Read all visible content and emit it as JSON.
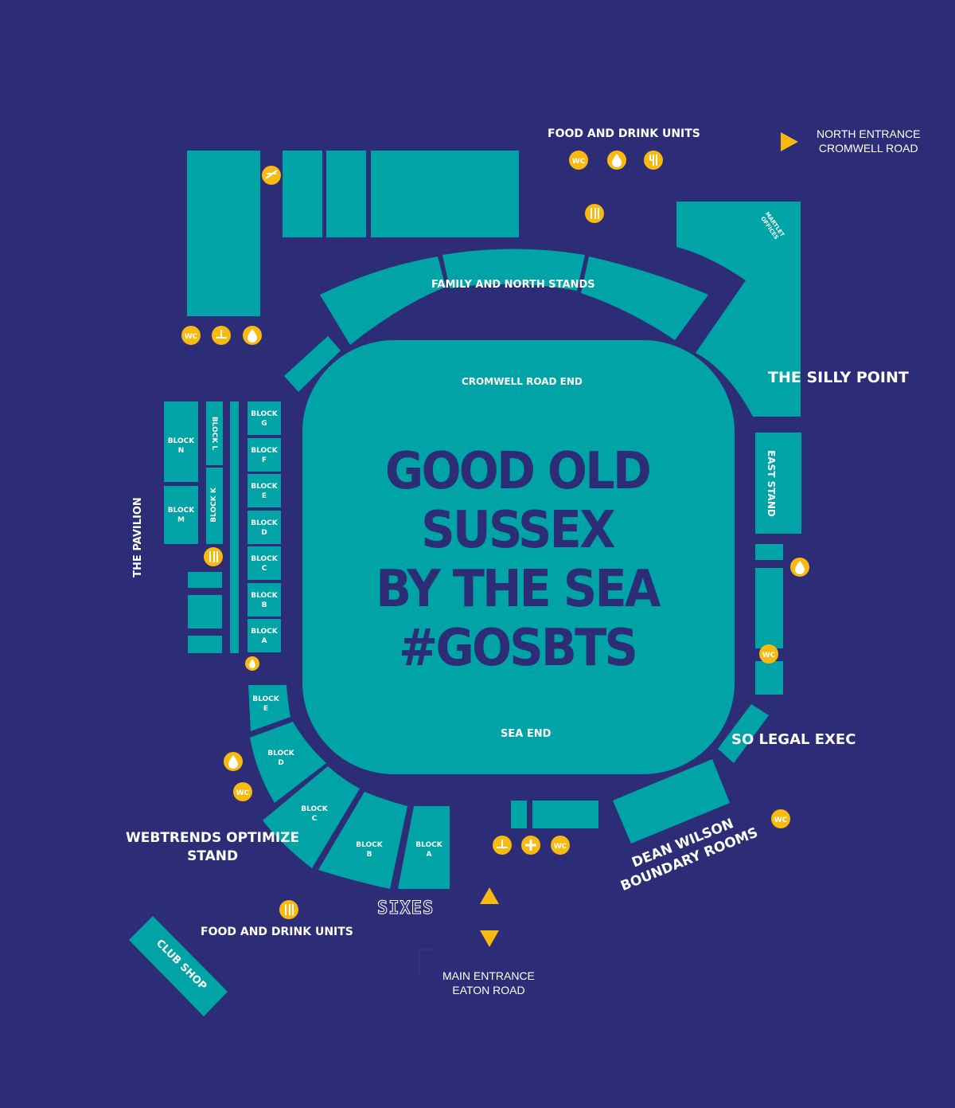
{
  "colors": {
    "background": "#2d2c76",
    "stand": "#00a4a6",
    "icon": "#f9b90f",
    "text": "#ffffff",
    "headline": "#2d2c76"
  },
  "headline": [
    "GOOD OLD",
    "SUSSEX",
    "BY THE SEA",
    "#GOSBTS"
  ],
  "labels": {
    "food_drink_top": "FOOD AND DRINK UNITS",
    "north_entrance_1": "NORTH ENTRANCE",
    "north_entrance_2": "CROMWELL ROAD",
    "martlet_1": "MARTLET",
    "martlet_2": "OFFICES",
    "family_north": "FAMILY AND NORTH STANDS",
    "cromwell_end": "CROMWELL ROAD END",
    "silly_point": "THE SILLY POINT",
    "east_stand": "EAST STAND",
    "pavilion": "THE PAVILION",
    "sea_end": "SEA END",
    "so_legal": "SO LEGAL EXEC",
    "dean_wilson_1": "DEAN WILSON",
    "dean_wilson_2": "BOUNDARY ROOMS",
    "webtrends_1": "WEBTRENDS OPTIMIZE",
    "webtrends_2": "STAND",
    "sixes": "SIXES",
    "food_drink_bottom": "FOOD AND DRINK UNITS",
    "club_shop": "CLUB SHOP",
    "main_entrance_1": "MAIN ENTRANCE",
    "main_entrance_2": "EATON ROAD"
  },
  "blocks": {
    "n": [
      "BLOCK",
      "N"
    ],
    "m": [
      "BLOCK",
      "M"
    ],
    "l": "BLOCK L",
    "k": "BLOCK K",
    "g": [
      "BLOCK",
      "G"
    ],
    "f": [
      "BLOCK",
      "F"
    ],
    "e": [
      "BLOCK",
      "E"
    ],
    "d": [
      "BLOCK",
      "D"
    ],
    "c": [
      "BLOCK",
      "C"
    ],
    "b": [
      "BLOCK",
      "B"
    ],
    "a": [
      "BLOCK",
      "A"
    ],
    "se": [
      "BLOCK",
      "E"
    ],
    "sd": [
      "BLOCK",
      "D"
    ],
    "sc": [
      "BLOCK",
      "C"
    ],
    "sb": [
      "BLOCK",
      "B"
    ],
    "sa": [
      "BLOCK",
      "A"
    ]
  },
  "icons": {
    "wc": "WC",
    "types": [
      "wc-icon",
      "water-drop-icon",
      "food-drink-icon",
      "first-aid-icon",
      "baby-change-icon",
      "telephone-icon",
      "entrance-arrow-icon"
    ]
  }
}
